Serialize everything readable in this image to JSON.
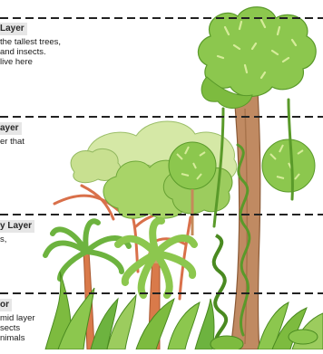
{
  "layers": [
    {
      "title": "Layer",
      "text": "the tallest trees,\n and insects.\nlive here"
    },
    {
      "title": "ayer",
      "text": "er that"
    },
    {
      "title": "y Layer",
      "text": "s,"
    },
    {
      "title": "or",
      "text": "mid layer\nsects\nnimals"
    }
  ],
  "colors": {
    "divider": "#222222",
    "trunk": "#b5835a",
    "leaf_dark": "#6db33f",
    "leaf_light": "#cde49a",
    "vine": "#5a9a2a"
  }
}
